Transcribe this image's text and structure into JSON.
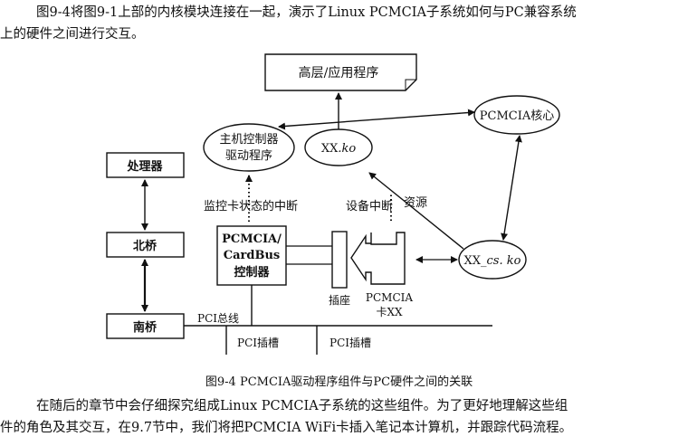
{
  "intro": {
    "line1": "图9-4将图9-1上部的内核模块连接在一起，演示了Linux PCMCIA子系统如何与PC兼容系统",
    "line2": "上的硬件之间进行交互。"
  },
  "diagram": {
    "high_layer_app": "高层/应用程序",
    "pcmcia_core": "PCMCIA核心",
    "host_driver_line1": "主机控制器",
    "host_driver_line2": "驱动程序",
    "xx_ko_prefix": "XX",
    "xx_ko_suffix": ".ko",
    "processor": "处理器",
    "north_bridge": "北桥",
    "south_bridge": "南桥",
    "controller_line1": "PCMCIA/",
    "controller_line2": "CardBus",
    "controller_line3": "控制器",
    "status_interrupt": "监控卡状态的中断",
    "device_interrupt": "设备中断",
    "resource": "资源",
    "xx_cs_prefix": "XX_",
    "xx_cs_mid": "cs.",
    "xx_cs_suffix": " ko",
    "socket": "插座",
    "card_line1": "PCMCIA",
    "card_line2": "卡XX",
    "pci_bus": "PCI总线",
    "pci_slot_1": "PCI插槽",
    "pci_slot_2": "PCI插槽"
  },
  "caption": "图9-4   PCMCIA驱动程序组件与PC硬件之间的关联",
  "body": {
    "line1": "在随后的章节中会仔细探究组成Linux PCMCIA子系统的这些组件。为了更好地理解这些组",
    "line2": "件的角色及其交互，在9.7节中，我们将把PCMCIA WiFi卡插入笔记本计算机，并跟踪代码流程。"
  }
}
